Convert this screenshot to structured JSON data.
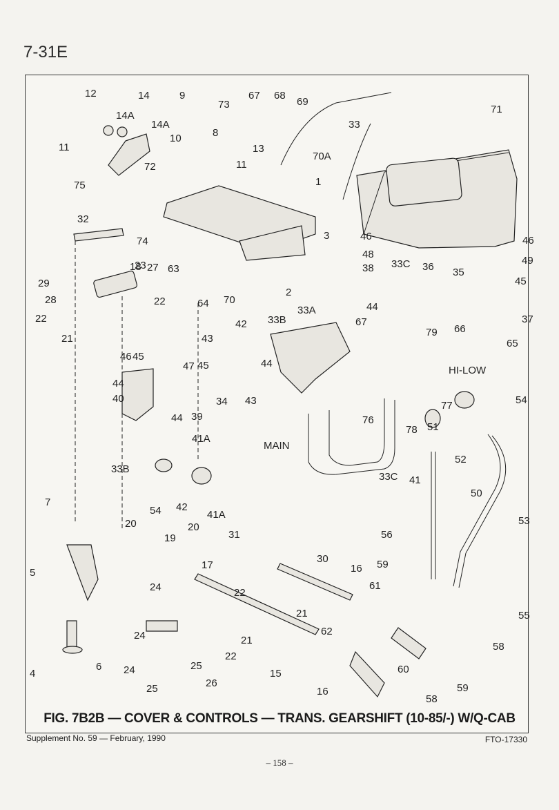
{
  "page_id": "7-31E",
  "caption": "FIG. 7B2B — COVER & CONTROLS — TRANS. GEARSHIFT (10-85/-) W/Q-CAB",
  "footer": {
    "supplement": "Supplement No. 59 — February, 1990",
    "code": "FTO-17330",
    "page_number": "– 158 –"
  },
  "callouts": [
    "1",
    "2",
    "3",
    "4",
    "5",
    "6",
    "7",
    "8",
    "9",
    "10",
    "11",
    "11",
    "12",
    "13",
    "14",
    "14A",
    "14A",
    "15",
    "16",
    "16",
    "17",
    "18",
    "19",
    "20",
    "20",
    "21",
    "21",
    "21",
    "22",
    "22",
    "22",
    "22",
    "23",
    "24",
    "24",
    "24",
    "25",
    "25",
    "26",
    "27",
    "28",
    "29",
    "30",
    "31",
    "32",
    "33",
    "33A",
    "33B",
    "33B",
    "33C",
    "33C",
    "34",
    "35",
    "36",
    "37",
    "38",
    "39",
    "40",
    "41",
    "41A",
    "41A",
    "42",
    "42",
    "43",
    "43",
    "44",
    "44",
    "44",
    "44",
    "45",
    "45",
    "45",
    "46",
    "46",
    "46",
    "47",
    "48",
    "49",
    "50",
    "51",
    "52",
    "53",
    "54",
    "54",
    "55",
    "56",
    "58",
    "58",
    "59",
    "59",
    "60",
    "61",
    "62",
    "63",
    "64",
    "65",
    "66",
    "67",
    "67",
    "68",
    "69",
    "70",
    "70A",
    "71",
    "72",
    "73",
    "74",
    "75",
    "76",
    "77",
    "78",
    "79",
    "HI-LOW",
    "MAIN"
  ]
}
